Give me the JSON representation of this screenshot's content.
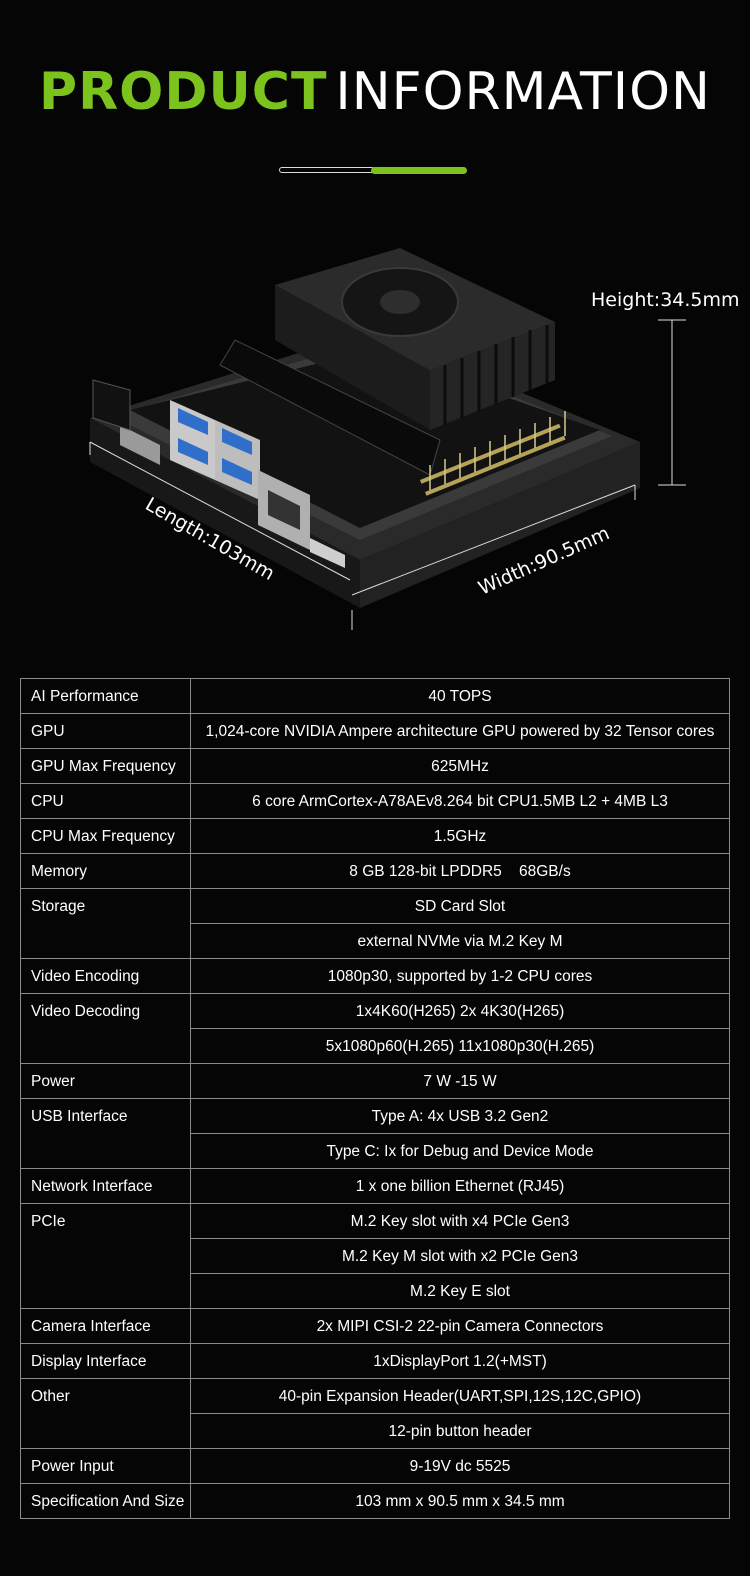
{
  "header": {
    "title_word1": "PRODUCT",
    "title_word2": "INFORMATION"
  },
  "product_image": {
    "height_label": "Height:34.5mm",
    "length_label": "Length:103mm",
    "width_label": "Width:90.5mm"
  },
  "specs": [
    {
      "label": "AI Performance",
      "values": [
        "40 TOPS"
      ]
    },
    {
      "label": "GPU",
      "values": [
        "1,024-core NVIDIA Ampere architecture GPU powered by 32 Tensor cores"
      ]
    },
    {
      "label": "GPU Max Frequency",
      "values": [
        "625MHz"
      ]
    },
    {
      "label": "CPU",
      "values": [
        "6 core ArmCortex-A78AEv8.264 bit CPU1.5MB L2 + 4MB L3"
      ]
    },
    {
      "label": "CPU Max Frequency",
      "values": [
        "1.5GHz"
      ]
    },
    {
      "label": "Memory",
      "values": [
        "8 GB 128-bit LPDDR5    68GB/s"
      ]
    },
    {
      "label": "Storage",
      "values": [
        "SD Card Slot",
        "external NVMe via M.2 Key M"
      ]
    },
    {
      "label": "Video Encoding",
      "values": [
        "1080p30, supported by 1-2 CPU cores"
      ]
    },
    {
      "label": "Video Decoding",
      "values": [
        "1x4K60(H265) 2x 4K30(H265)",
        "5x1080p60(H.265) 11x1080p30(H.265)"
      ]
    },
    {
      "label": "Power",
      "values": [
        "7 W -15 W"
      ]
    },
    {
      "label": "USB Interface",
      "values": [
        "Type A: 4x USB 3.2 Gen2",
        "Type C: Ix for Debug and Device Mode"
      ]
    },
    {
      "label": "Network Interface",
      "values": [
        "1 x one billion Ethernet (RJ45)"
      ]
    },
    {
      "label": "PCIe",
      "values": [
        "M.2 Key slot with x4 PCIe Gen3",
        "M.2 Key M slot with x2 PCIe Gen3",
        "M.2 Key E slot"
      ]
    },
    {
      "label": "Camera Interface",
      "values": [
        "2x MIPI CSI-2 22-pin Camera Connectors"
      ]
    },
    {
      "label": "Display Interface",
      "values": [
        "1xDisplayPort 1.2(+MST)"
      ]
    },
    {
      "label": "Other",
      "values": [
        "40-pin Expansion Header(UART,SPI,12S,12C,GPIO)",
        "12-pin button header"
      ]
    },
    {
      "label": "Power Input",
      "values": [
        "9-19V dc 5525"
      ]
    },
    {
      "label": "Specification And Size",
      "values": [
        "103 mm x 90.5 mm x 34.5 mm"
      ]
    }
  ]
}
